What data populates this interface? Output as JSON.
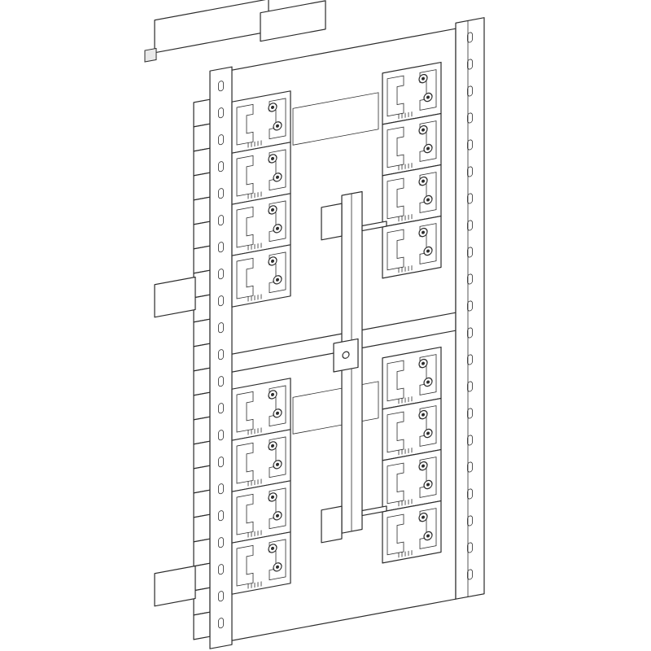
{
  "drawing": {
    "colors": {
      "line": "#2b2b2b",
      "fill": "#ffffff",
      "shade": "#e9e9e9"
    },
    "terminal_groups": [
      {
        "position": "upper-left",
        "blocks": 4
      },
      {
        "position": "lower-left",
        "blocks": 4
      },
      {
        "position": "upper-right",
        "blocks": 4
      },
      {
        "position": "lower-right",
        "blocks": 4
      }
    ]
  }
}
